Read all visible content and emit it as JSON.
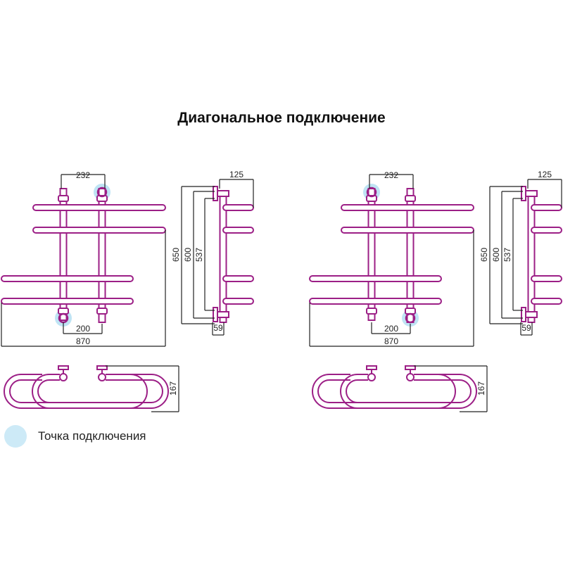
{
  "title": "Диагональное подключение",
  "legend": {
    "label": "Точка подключения",
    "color": "#cdeaf7"
  },
  "colors": {
    "tube": "#9c1f86",
    "dimension": "#222222",
    "connection": "#bfe4f4"
  },
  "diagrams": [
    {
      "name": "left",
      "dims": {
        "rail_spacing": "232",
        "connection_spacing": "200",
        "width": "870",
        "depth": "125",
        "height": "650",
        "axis_height": "600",
        "inner_height": "537",
        "wall_offset": "59",
        "top_depth": "167"
      }
    },
    {
      "name": "right",
      "dims": {
        "rail_spacing": "232",
        "connection_spacing": "200",
        "width": "870",
        "depth": "125",
        "height": "650",
        "axis_height": "600",
        "inner_height": "537",
        "wall_offset": "59",
        "top_depth": "167"
      }
    }
  ]
}
